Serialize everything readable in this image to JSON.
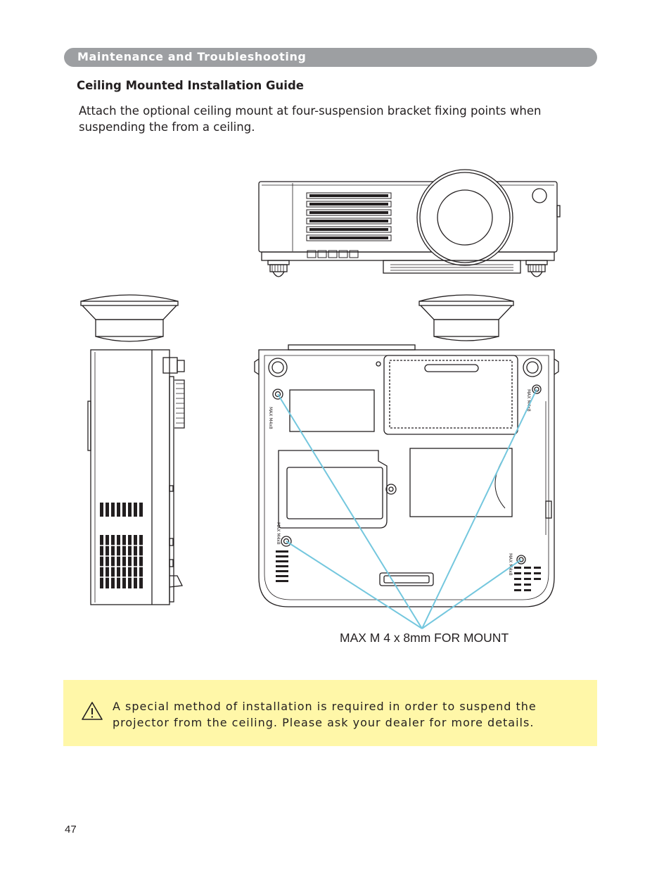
{
  "header": {
    "section_title": "Maintenance and Troubleshooting"
  },
  "content": {
    "heading": "Ceiling Mounted Installation Guide",
    "intro": "Attach the optional ceiling mount at four-suspension bracket fixing points when suspending the from a ceiling.",
    "mount_caption": "MAX M 4 x 8mm FOR MOUNT"
  },
  "figure": {
    "hole_label": "MAX M4x8"
  },
  "note": {
    "icon": "warning-triangle-icon",
    "text": "A special method of installation is required in order to suspend the projector from the ceiling. Please ask your dealer for more details.",
    "background_color": "#fff7a8"
  },
  "colors": {
    "section_bar": "#9d9fa2",
    "leader_lines": "#74c7de"
  },
  "footer": {
    "page_number": "47"
  }
}
